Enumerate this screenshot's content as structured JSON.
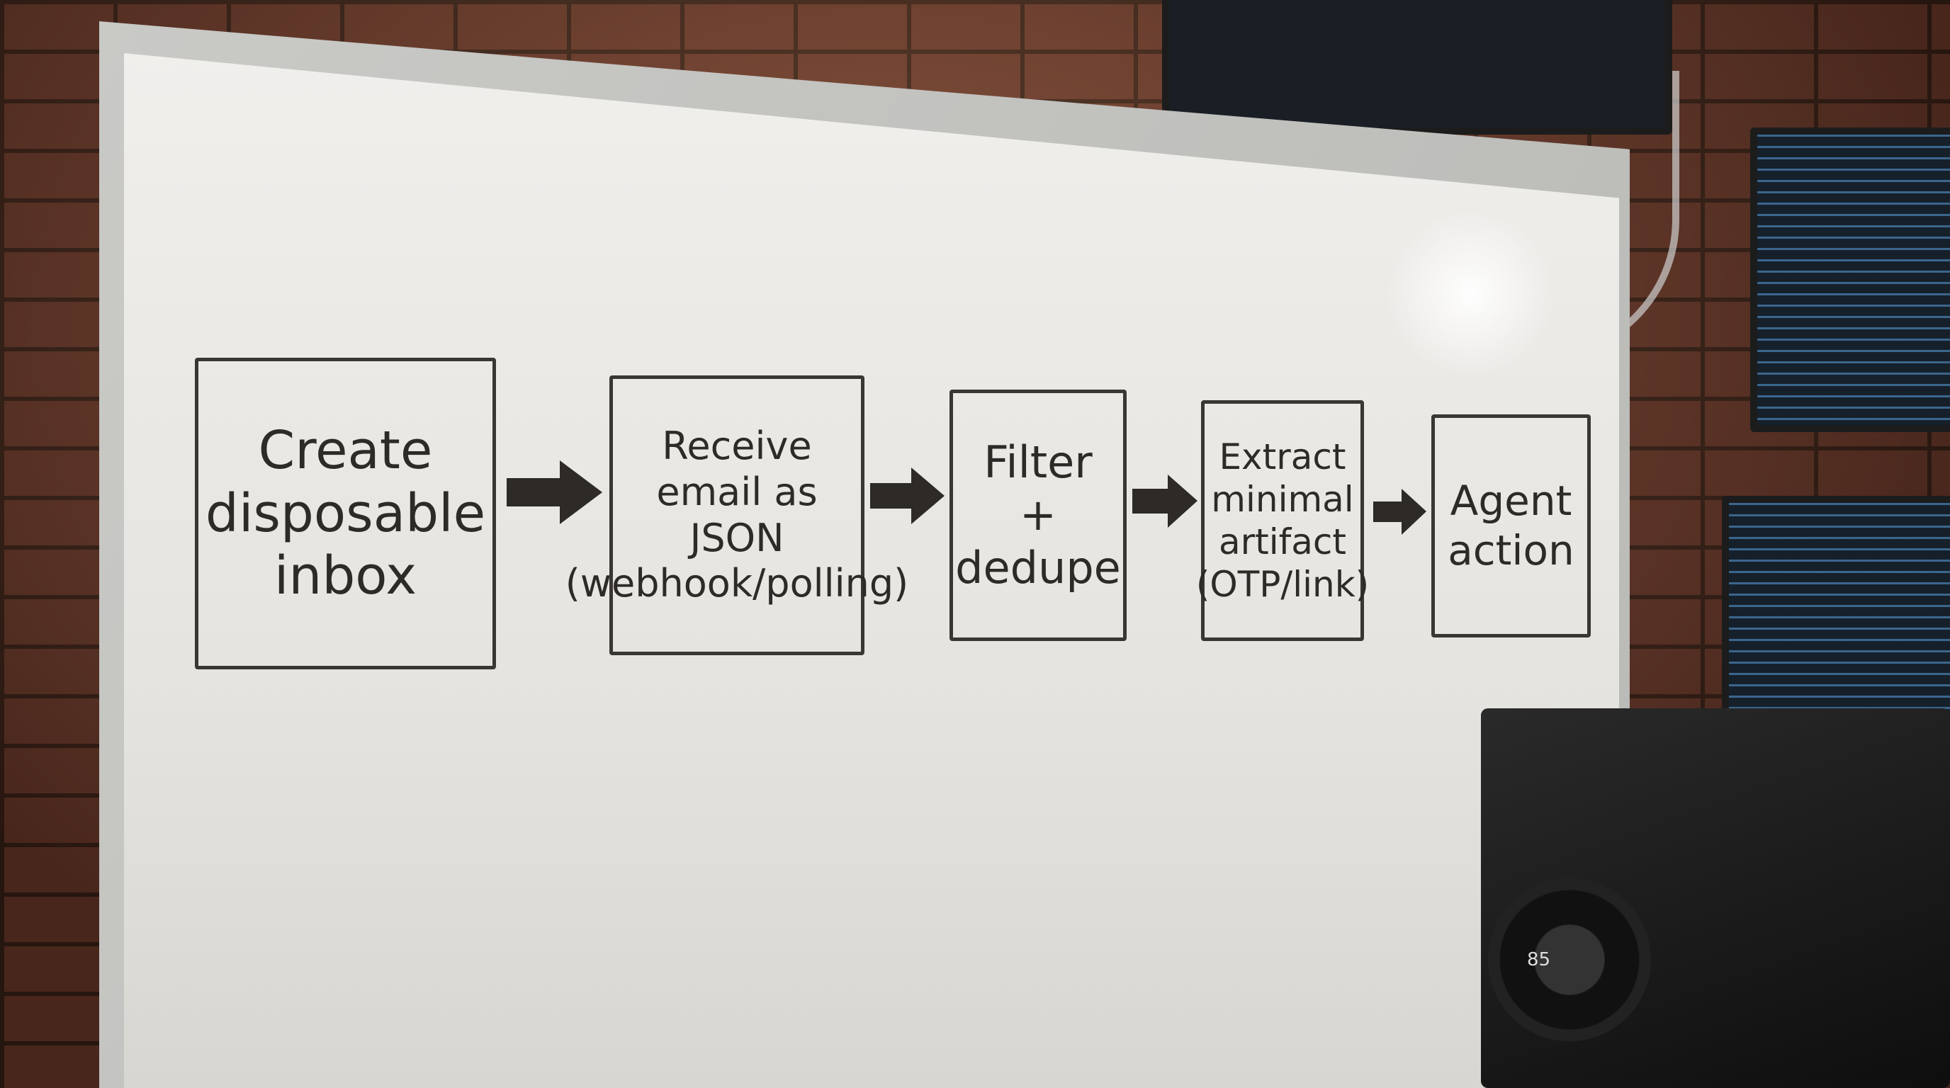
{
  "steps": [
    {
      "label": "Create\ndisposable\ninbox"
    },
    {
      "label": "Receive\nemail as\nJSON\n(webhook/polling)"
    },
    {
      "label": "Filter\n+\ndedupe"
    },
    {
      "label": "Extract\nminimal\nartifact\n(OTP/link)"
    },
    {
      "label": "Agent\naction"
    }
  ],
  "camera_lens_label": "85",
  "colors": {
    "marker": "#2d2a28",
    "board": "#ece9e5",
    "brick": "#6e3a2b"
  }
}
